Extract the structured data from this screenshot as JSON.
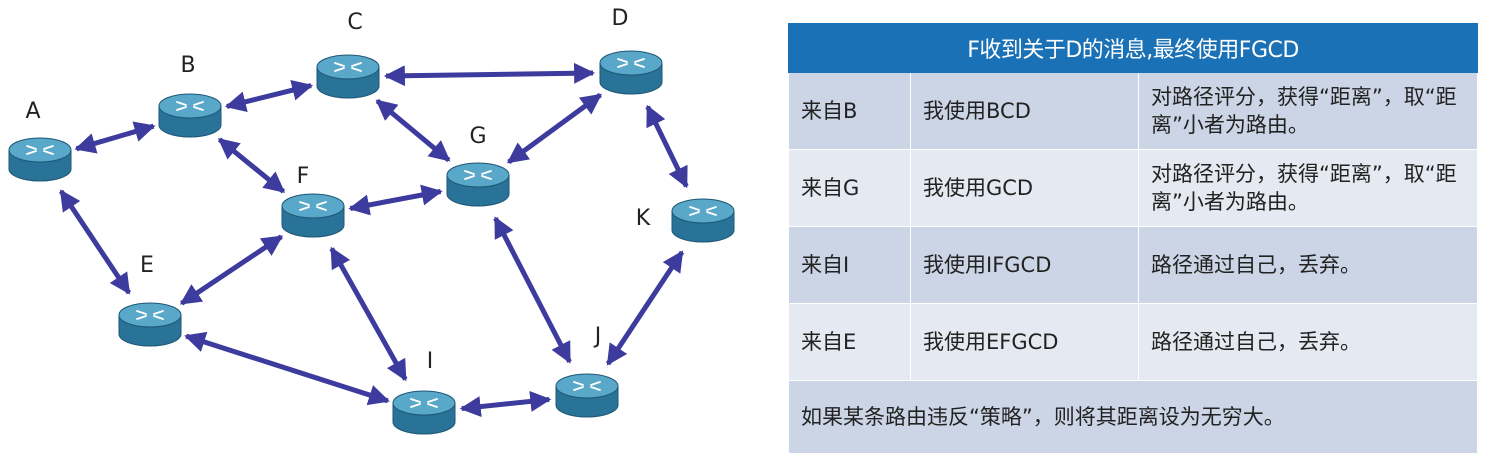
{
  "network": {
    "nodes": [
      {
        "id": "A",
        "label": "A"
      },
      {
        "id": "B",
        "label": "B"
      },
      {
        "id": "C",
        "label": "C"
      },
      {
        "id": "D",
        "label": "D"
      },
      {
        "id": "E",
        "label": "E"
      },
      {
        "id": "F",
        "label": "F"
      },
      {
        "id": "G",
        "label": "G"
      },
      {
        "id": "I",
        "label": "I"
      },
      {
        "id": "J",
        "label": "J"
      },
      {
        "id": "K",
        "label": "K"
      }
    ],
    "edges": [
      [
        "A",
        "B"
      ],
      [
        "B",
        "C"
      ],
      [
        "C",
        "D"
      ],
      [
        "B",
        "F"
      ],
      [
        "C",
        "G"
      ],
      [
        "D",
        "G"
      ],
      [
        "D",
        "K"
      ],
      [
        "A",
        "E"
      ],
      [
        "E",
        "F"
      ],
      [
        "F",
        "G"
      ],
      [
        "E",
        "I"
      ],
      [
        "F",
        "I"
      ],
      [
        "I",
        "J"
      ],
      [
        "G",
        "J"
      ],
      [
        "K",
        "J"
      ]
    ],
    "colors": {
      "link": "#3d3b9e",
      "router_top": "#5aa8c9",
      "router_body": "#2a7398",
      "router_dark": "#1d5676"
    }
  },
  "table": {
    "header": "F收到关于D的消息,最终使用FGCD",
    "rows": [
      {
        "from": "来自B",
        "path": "我使用BCD",
        "action": "对路径评分，获得“距离”，取“距离”小者为路由。"
      },
      {
        "from": "来自G",
        "path": "我使用GCD",
        "action": "对路径评分，获得“距离”，取“距离”小者为路由。"
      },
      {
        "from": "来自I",
        "path": "我使用IFGCD",
        "action": "路径通过自己，丢弃。"
      },
      {
        "from": "来自E",
        "path": "我使用EFGCD",
        "action": "路径通过自己，丢弃。"
      }
    ],
    "footer": "如果某条路由违反“策略”，则将其距离设为无穷大。",
    "colors": {
      "header_bg": "#1a71b6",
      "row_dark": "#cbd5e5",
      "row_light": "#e5e9f1"
    }
  }
}
